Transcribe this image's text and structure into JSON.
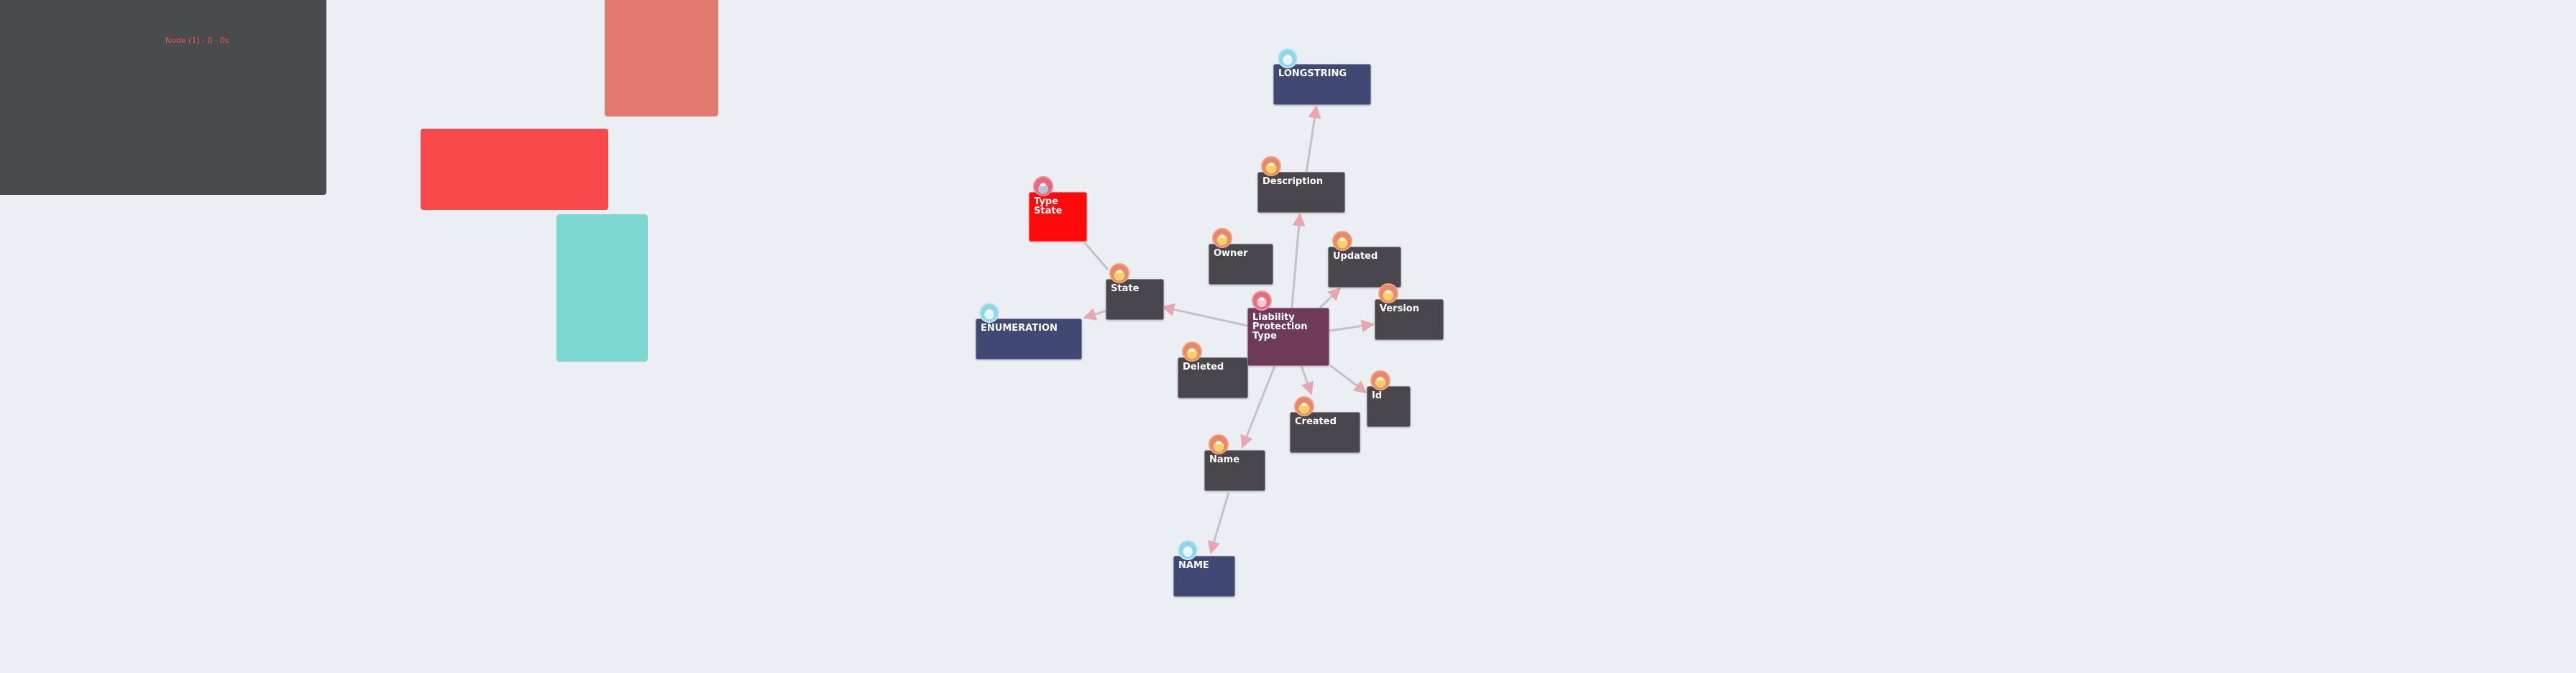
{
  "background_panels": {
    "dark_panel_text": "Node (1) · 0 · 0s"
  },
  "nodes": {
    "liability_protection_type": {
      "label": "Liability Protection Type",
      "kind": "entity-main",
      "icon": "pink-person-icon"
    },
    "description": {
      "label": "Description",
      "kind": "attribute",
      "icon": "orange-person-icon"
    },
    "longstring": {
      "label": "LONGSTRING",
      "kind": "datatype",
      "icon": "blue-datatype-icon"
    },
    "owner": {
      "label": "Owner",
      "kind": "attribute",
      "icon": "orange-person-icon"
    },
    "updated": {
      "label": "Updated",
      "kind": "attribute",
      "icon": "orange-person-icon"
    },
    "version": {
      "label": "Version",
      "kind": "attribute",
      "icon": "orange-person-icon"
    },
    "id": {
      "label": "Id",
      "kind": "attribute",
      "icon": "orange-person-icon"
    },
    "created": {
      "label": "Created",
      "kind": "attribute",
      "icon": "orange-person-icon"
    },
    "name": {
      "label": "Name",
      "kind": "attribute",
      "icon": "orange-person-icon"
    },
    "name_type": {
      "label": "NAME",
      "kind": "datatype",
      "icon": "blue-datatype-icon"
    },
    "deleted": {
      "label": "Deleted",
      "kind": "attribute",
      "icon": "orange-person-icon"
    },
    "state": {
      "label": "State",
      "kind": "attribute",
      "icon": "orange-person-icon"
    },
    "enumeration": {
      "label": "ENUMERATION",
      "kind": "datatype",
      "icon": "blue-datatype-icon"
    },
    "type_state": {
      "label": "Type State",
      "kind": "entity",
      "icon": "pink-entity-icon"
    }
  },
  "edges": [
    {
      "from": "liability_protection_type",
      "to": "description"
    },
    {
      "from": "description",
      "to": "longstring"
    },
    {
      "from": "liability_protection_type",
      "to": "updated"
    },
    {
      "from": "liability_protection_type",
      "to": "version"
    },
    {
      "from": "liability_protection_type",
      "to": "id"
    },
    {
      "from": "liability_protection_type",
      "to": "created"
    },
    {
      "from": "liability_protection_type",
      "to": "name"
    },
    {
      "from": "name",
      "to": "name_type"
    },
    {
      "from": "liability_protection_type",
      "to": "state"
    },
    {
      "from": "state",
      "to": "enumeration"
    },
    {
      "from": "type_state",
      "to": "state"
    }
  ],
  "colors": {
    "background": "#ebeef3",
    "entity_node": "#4a474c",
    "main_node": "#6e3a57",
    "datatype_node": "#404873",
    "type_state_node": "#ff0a0a",
    "edge": "#c3c2c9",
    "arrow": "#e7a6b0"
  }
}
